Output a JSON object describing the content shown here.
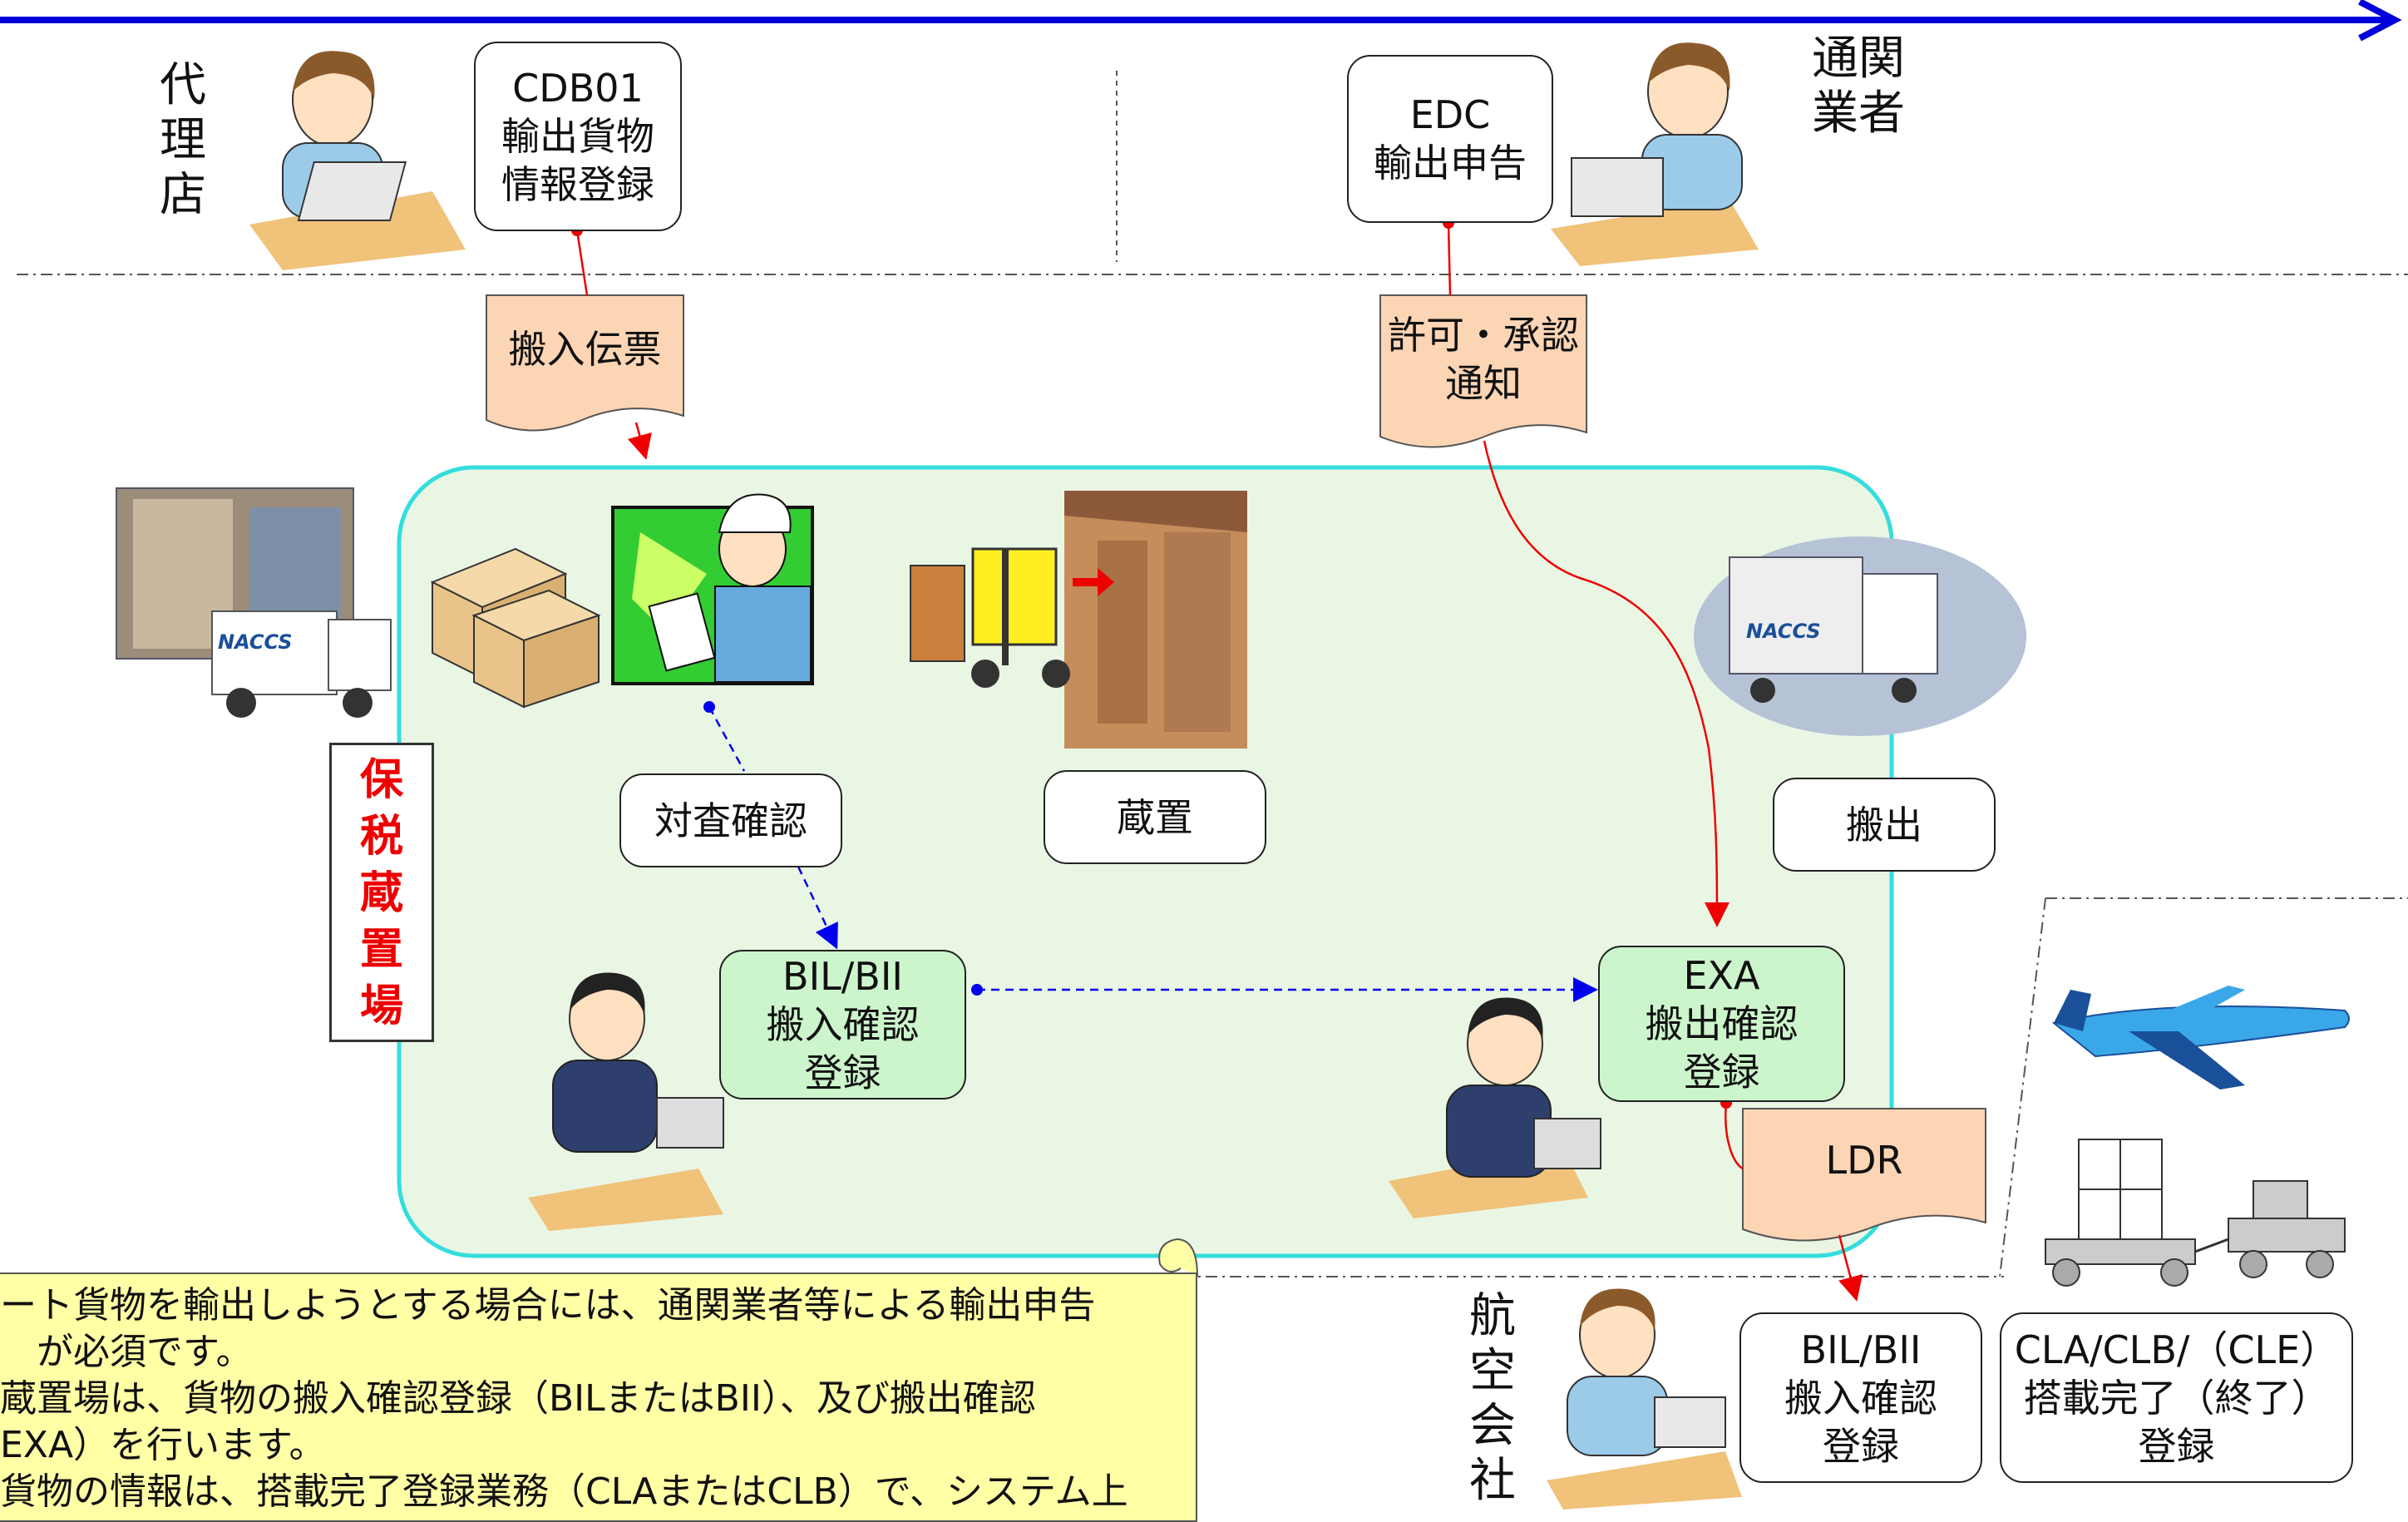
{
  "timeline": {
    "color": "#0000dd"
  },
  "roles": {
    "dairiten": "代\n理\n店",
    "tsukan": "通関\n業者",
    "koku": "航\n空\n会\n社"
  },
  "boxes": {
    "cdb01": "CDB01\n輸出貨物\n情報登録",
    "edc": "EDC\n輸出申告",
    "taisa": "対査確認",
    "zochi": "蔵置",
    "hanshutsu": "搬出",
    "bil_bii_warehouse": "BIL/BII\n搬入確認\n登録",
    "exa": "EXA\n搬出確認\n登録",
    "bil_bii_airline": "BIL/BII\n搬入確認\n登録",
    "cla": "CLA/CLB/（CLE）\n搭載完了（終了）\n登録"
  },
  "documents": {
    "hannyu_denpyo": "搬入伝票",
    "kyoka": "許可・承認\n通知",
    "ldr": "LDR"
  },
  "hozei_label": "保\n税\n蔵\n置\n場",
  "truck_logos": {
    "left": "NACCS",
    "right": "NACCS"
  },
  "notes": [
    "ート貨物を輸出しようとする場合には、通関業者等による輸出申告",
    "　が必須です。",
    "蔵置場は、貨物の搬入確認登録（BILまたはBII）、及び搬出確認",
    "EXA）を行います。",
    "貨物の情報は、搭載完了登録業務（CLAまたはCLB）で、システム上"
  ],
  "colors": {
    "zone_fill": "#eaf6e4",
    "zone_border": "#33dddd",
    "doc_fill": "#fcd5b5",
    "green_box": "#ccf5cc",
    "red_arrow": "#ee0000",
    "blue_dashed": "#0000ee",
    "hozei_text": "#ee0000",
    "note_fill": "#ffffa6"
  }
}
